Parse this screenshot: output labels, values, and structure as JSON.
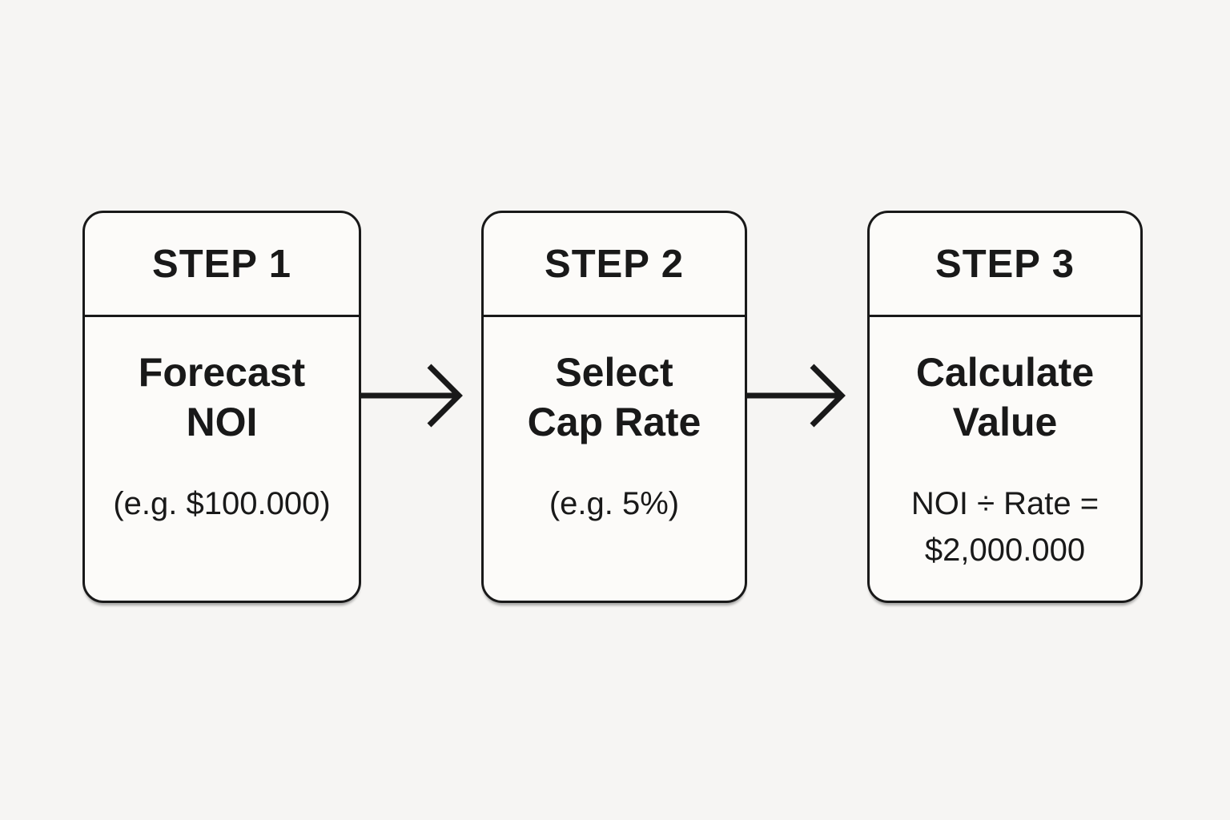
{
  "page": {
    "background": "#f6f5f3",
    "box_background": "#fcfbf9",
    "line_and_text_color": "#191919"
  },
  "steps": [
    {
      "header": "STEP 1",
      "title_line1": "Forecast",
      "title_line2": "NOI",
      "detail_line1": "(e.g. $100.000)",
      "detail_line2": ""
    },
    {
      "header": "STEP 2",
      "title_line1": "Select",
      "title_line2": "Cap Rate",
      "detail_line1": "(e.g. 5%)",
      "detail_line2": ""
    },
    {
      "header": "STEP 3",
      "title_line1": "Calculate",
      "title_line2": "Value",
      "detail_line1": "NOI ÷ Rate =",
      "detail_line2": "$2,000.000"
    }
  ]
}
